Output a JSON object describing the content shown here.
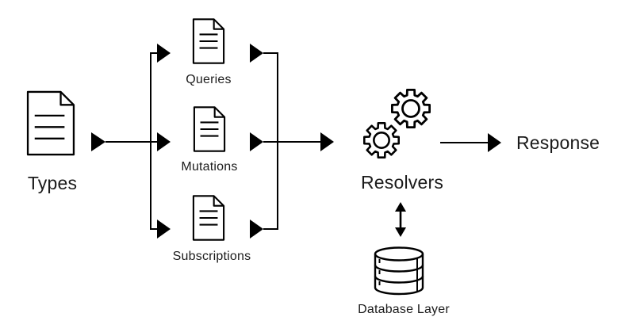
{
  "colors": {
    "background": "#ffffff",
    "stroke": "#000000",
    "text": "#1b1b1b"
  },
  "nodes": {
    "types": {
      "label": "Types",
      "icon": "document-icon"
    },
    "queries": {
      "label": "Queries",
      "icon": "document-icon"
    },
    "mutations": {
      "label": "Mutations",
      "icon": "document-icon"
    },
    "subscriptions": {
      "label": "Subscriptions",
      "icon": "document-icon"
    },
    "resolvers": {
      "label": "Resolvers",
      "icon": "gears-icon"
    },
    "response": {
      "label": "Response"
    },
    "database_layer": {
      "label": "Database Layer",
      "icon": "database-icon"
    }
  },
  "edges": [
    {
      "from": "Types",
      "to": "Queries",
      "bidirectional": false
    },
    {
      "from": "Types",
      "to": "Mutations",
      "bidirectional": false
    },
    {
      "from": "Types",
      "to": "Subscriptions",
      "bidirectional": false
    },
    {
      "from": "Queries",
      "to": "Resolvers",
      "bidirectional": false
    },
    {
      "from": "Mutations",
      "to": "Resolvers",
      "bidirectional": false
    },
    {
      "from": "Subscriptions",
      "to": "Resolvers",
      "bidirectional": false
    },
    {
      "from": "Resolvers",
      "to": "Response",
      "bidirectional": false
    },
    {
      "from": "Resolvers",
      "to": "Database Layer",
      "bidirectional": true
    }
  ]
}
